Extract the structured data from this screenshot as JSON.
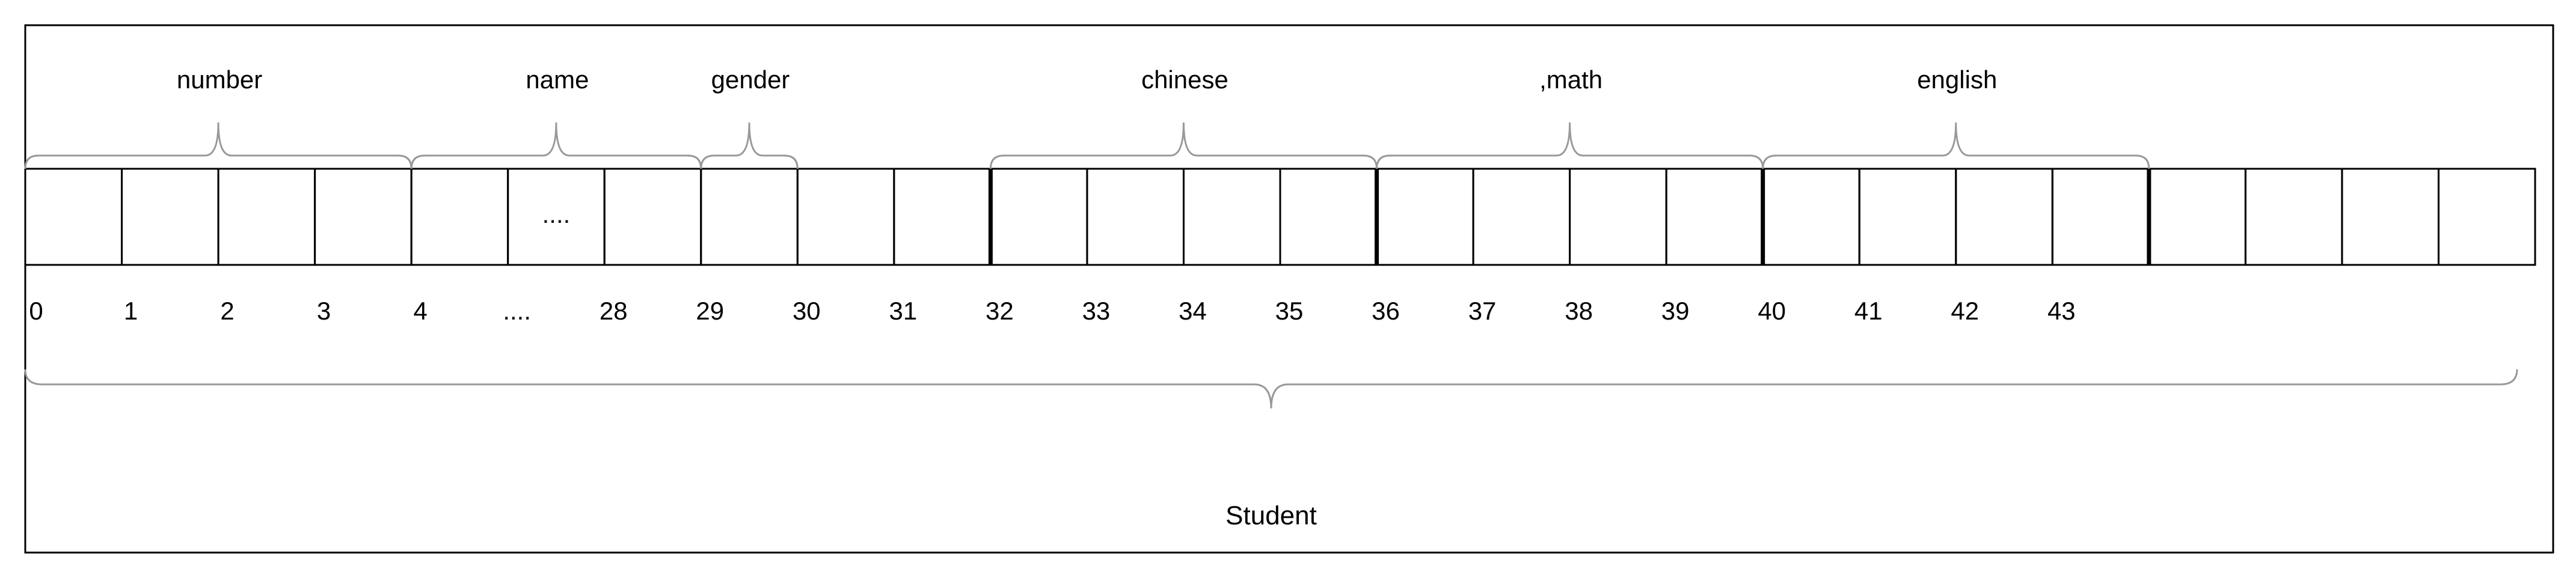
{
  "colors": {
    "outline": "#000000",
    "brace": "#999999",
    "text": "#000000",
    "background": "#ffffff"
  },
  "diagram": {
    "container_label": "Student",
    "total_cells": 26,
    "field_boundaries_after_cell": [
      9,
      13,
      17,
      21
    ],
    "inner_cell_text": {
      "index": 5,
      "text": "...."
    },
    "indices": [
      "0",
      "1",
      "2",
      "3",
      "4",
      "....",
      "28",
      "29",
      "30",
      "31",
      "32",
      "33",
      "34",
      "35",
      "36",
      "37",
      "38",
      "39",
      "40",
      "41",
      "42",
      "43"
    ],
    "fields": [
      {
        "label": "number",
        "first_cell": 0,
        "last_cell": 3
      },
      {
        "label": "name",
        "first_cell": 4,
        "last_cell": 6
      },
      {
        "label": "gender",
        "first_cell": 7,
        "last_cell": 7
      },
      {
        "label": "chinese",
        "first_cell": 10,
        "last_cell": 13
      },
      {
        "label": ",math",
        "first_cell": 14,
        "last_cell": 17
      },
      {
        "label": "english",
        "first_cell": 18,
        "last_cell": 21
      }
    ]
  }
}
